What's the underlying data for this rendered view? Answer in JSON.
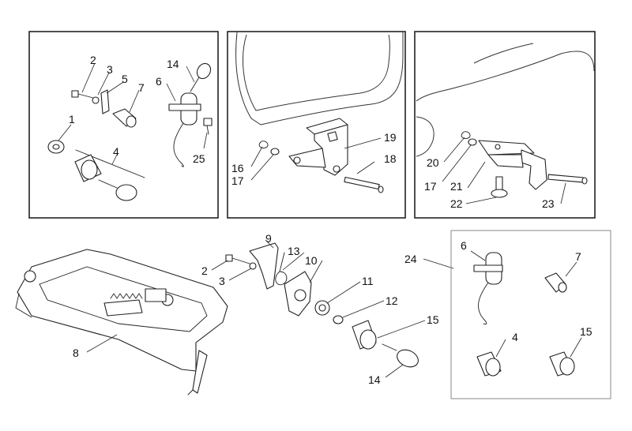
{
  "colors": {
    "line": "#222222",
    "panel_border": "#222222",
    "inset_border": "#888888",
    "background": "#ffffff"
  },
  "panels": [
    {
      "id": "top-left",
      "labels": [
        "1",
        "2",
        "3",
        "4",
        "5",
        "6",
        "7",
        "14",
        "25"
      ]
    },
    {
      "id": "top-middle",
      "labels": [
        "16",
        "17",
        "18",
        "19"
      ]
    },
    {
      "id": "top-right",
      "labels": [
        "17",
        "20",
        "21",
        "22",
        "23"
      ]
    },
    {
      "id": "bottom-inset",
      "labels": [
        "6",
        "7",
        "4",
        "15"
      ]
    }
  ],
  "callouts": {
    "p1_1": "1",
    "p1_2": "2",
    "p1_3": "3",
    "p1_4": "4",
    "p1_5": "5",
    "p1_6": "6",
    "p1_7": "7",
    "p1_14": "14",
    "p1_25": "25",
    "p2_16": "16",
    "p2_17": "17",
    "p2_18": "18",
    "p2_19": "19",
    "p3_17": "17",
    "p3_20": "20",
    "p3_21": "21",
    "p3_22": "22",
    "p3_23": "23",
    "m_2": "2",
    "m_3": "3",
    "m_8": "8",
    "m_9": "9",
    "m_10": "10",
    "m_11": "11",
    "m_12": "12",
    "m_13": "13",
    "m_14": "14",
    "m_15": "15",
    "m_24": "24",
    "i_6": "6",
    "i_7": "7",
    "i_4": "4",
    "i_15": "15"
  }
}
